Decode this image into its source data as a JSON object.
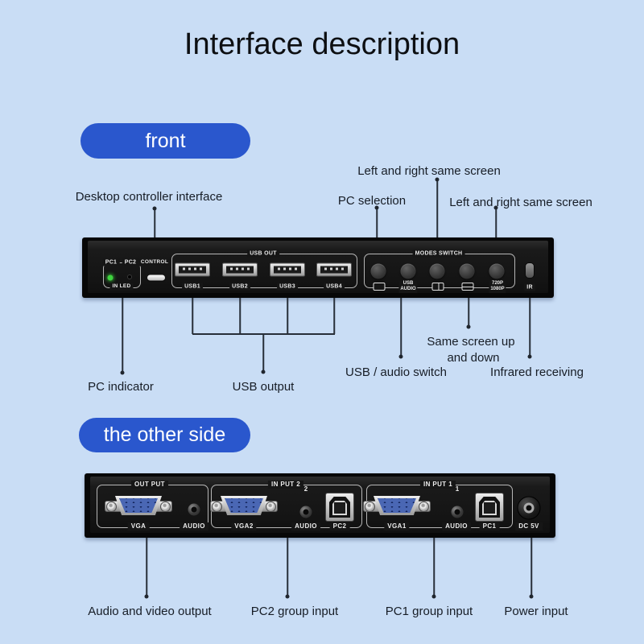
{
  "title": "Interface description",
  "colors": {
    "background": "#c9ddf5",
    "accent_blue": "#2a57cd",
    "panel_black": "#141414",
    "led_green": "#3ed33e",
    "vga_blue": "#4a67b4"
  },
  "front": {
    "pill": "front",
    "callouts_top": {
      "desktop": "Desktop controller interface",
      "lr_same_1": "Left and right same screen",
      "pc_selection": "PC selection",
      "lr_same_2": "Left and right same screen"
    },
    "panel": {
      "pc1": "PC1",
      "pc2": "PC2",
      "in_led": "IN LED",
      "control": "CONTROL",
      "usb_out": "USB OUT",
      "usb_ports": [
        "USB1",
        "USB2",
        "USB3",
        "USB4"
      ],
      "modes_switch": "MODES SWITCH",
      "mode_usb": "USB",
      "mode_audio": "AUDIO",
      "mode_720": "720P",
      "mode_1080": "1080P",
      "ir": "IR"
    },
    "callouts_bottom": {
      "pc_indicator": "PC indicator",
      "usb_output": "USB output",
      "usb_audio_switch": "USB / audio switch",
      "same_screen_1": "Same screen up",
      "same_screen_2": "and down",
      "infrared": "Infrared receiving"
    }
  },
  "back": {
    "pill": "the other side",
    "panel": {
      "out_put": "OUT PUT",
      "in_put_2": "IN PUT 2",
      "in_put_1": "IN PUT 1",
      "vga": "VGA",
      "vga2": "VGA2",
      "vga1": "VGA1",
      "audio_out": "AUDIO",
      "audio_2": "AUDIO",
      "audio_1": "AUDIO",
      "num_2": "2",
      "num_1": "1",
      "pc2": "PC2",
      "pc1": "PC1",
      "dc_5v": "DC 5V"
    },
    "callouts_bottom": {
      "av_output": "Audio and video output",
      "pc2_group": "PC2 group input",
      "pc1_group": "PC1 group input",
      "power": "Power input"
    }
  }
}
